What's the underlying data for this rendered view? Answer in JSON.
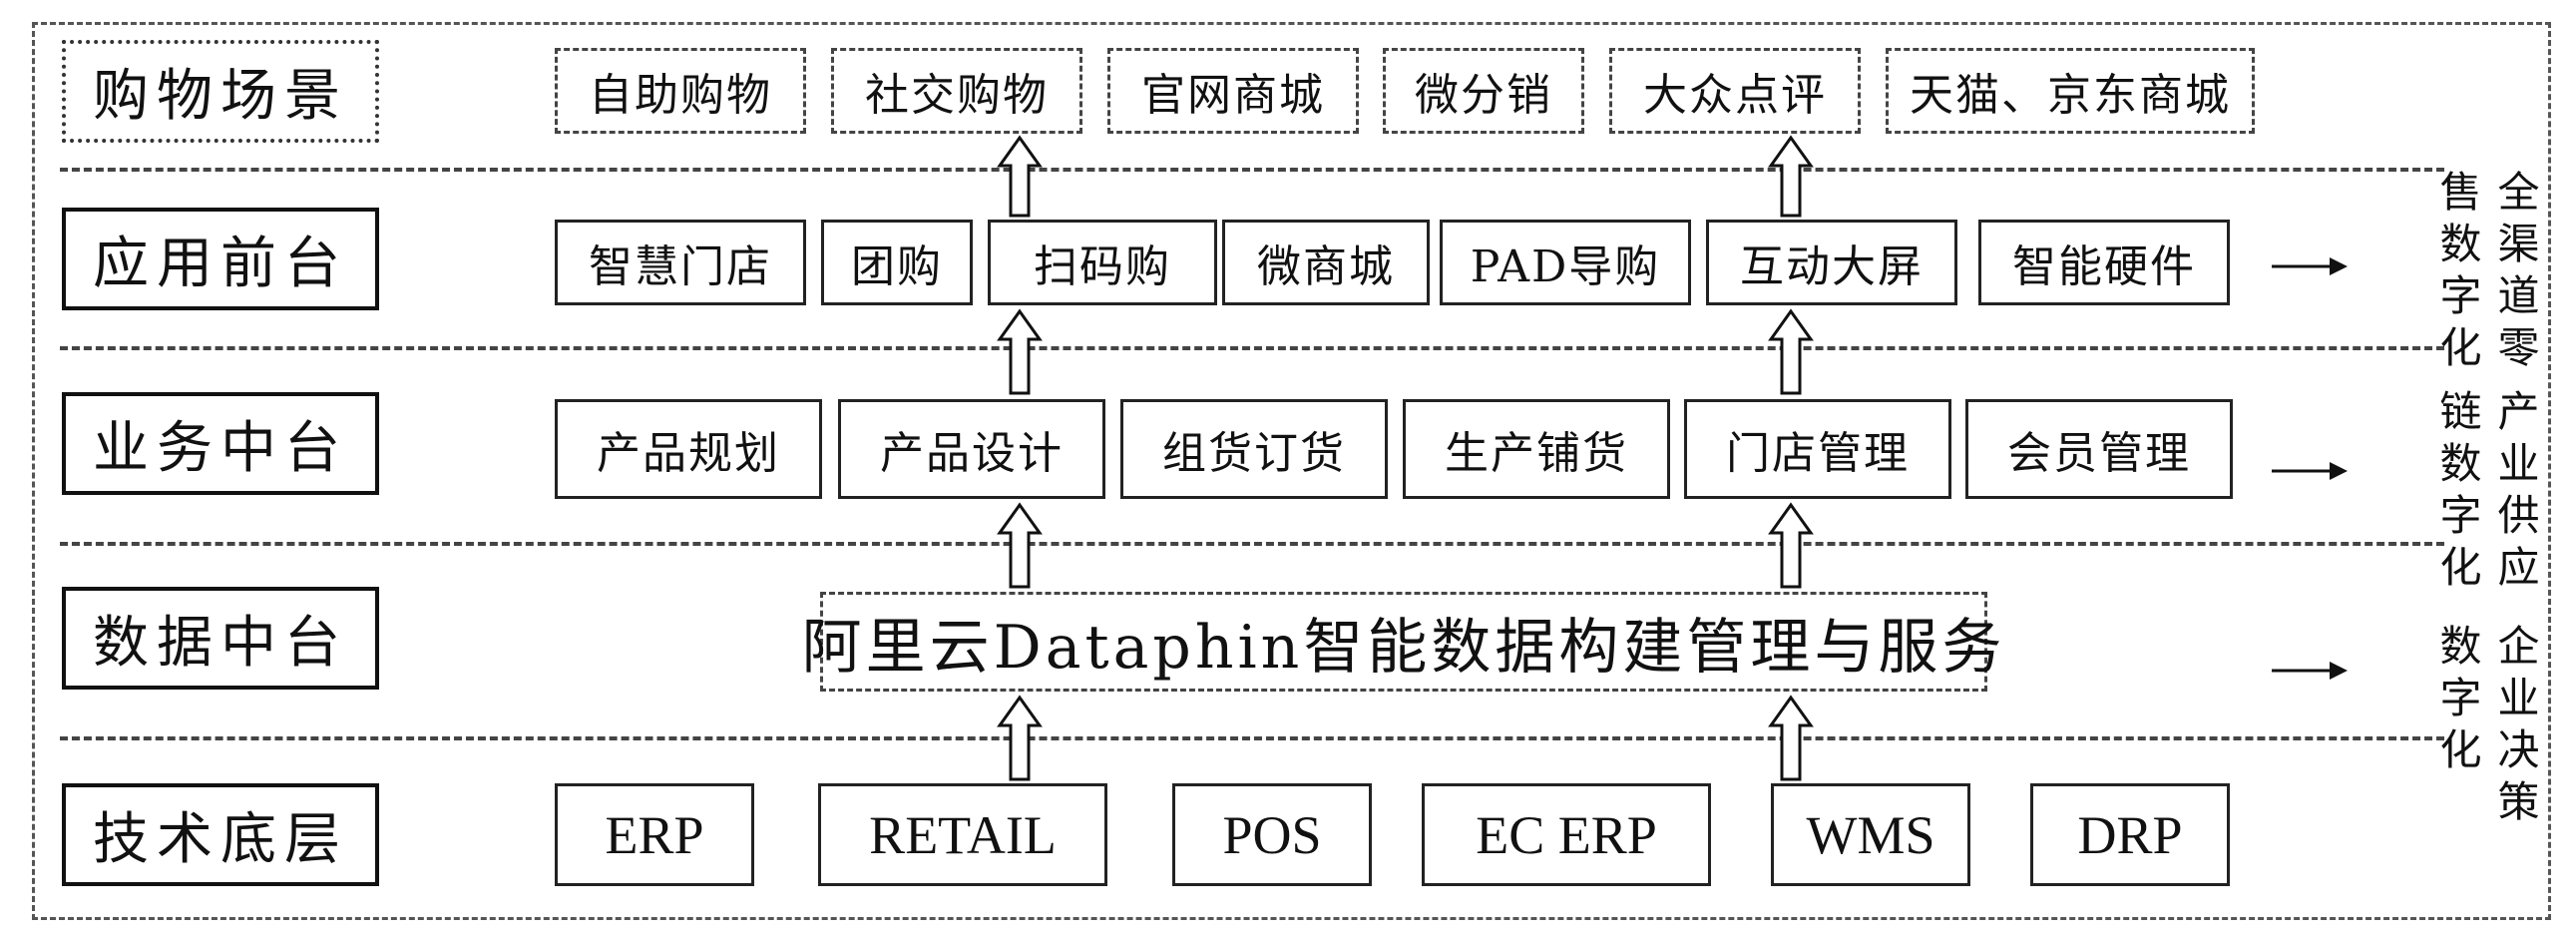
{
  "layers": [
    {
      "label": "购物场景",
      "items": [
        "自助购物",
        "社交购物",
        "官网商城",
        "微分销",
        "大众点评",
        "天猫、京东商城"
      ]
    },
    {
      "label": "应用前台",
      "items": [
        "智慧门店",
        "团购",
        "扫码购",
        "微商城",
        "PAD导购",
        "互动大屏",
        "智能硬件"
      ]
    },
    {
      "label": "业务中台",
      "items": [
        "产品规划",
        "产品设计",
        "组货订货",
        "生产铺货",
        "门店管理",
        "会员管理"
      ]
    },
    {
      "label": "数据中台",
      "items": [
        "阿里云Dataphin智能数据构建管理与服务"
      ]
    },
    {
      "label": "技术底层",
      "items": [
        "ERP",
        "RETAIL",
        "POS",
        "EC ERP",
        "WMS",
        "DRP"
      ]
    }
  ],
  "outcomes": [
    "全渠道零售数字化",
    "产业供应链数字化",
    "企业决策数字化"
  ],
  "colors": {
    "border": "#222222",
    "text": "#111111",
    "dashed": "#444444"
  }
}
